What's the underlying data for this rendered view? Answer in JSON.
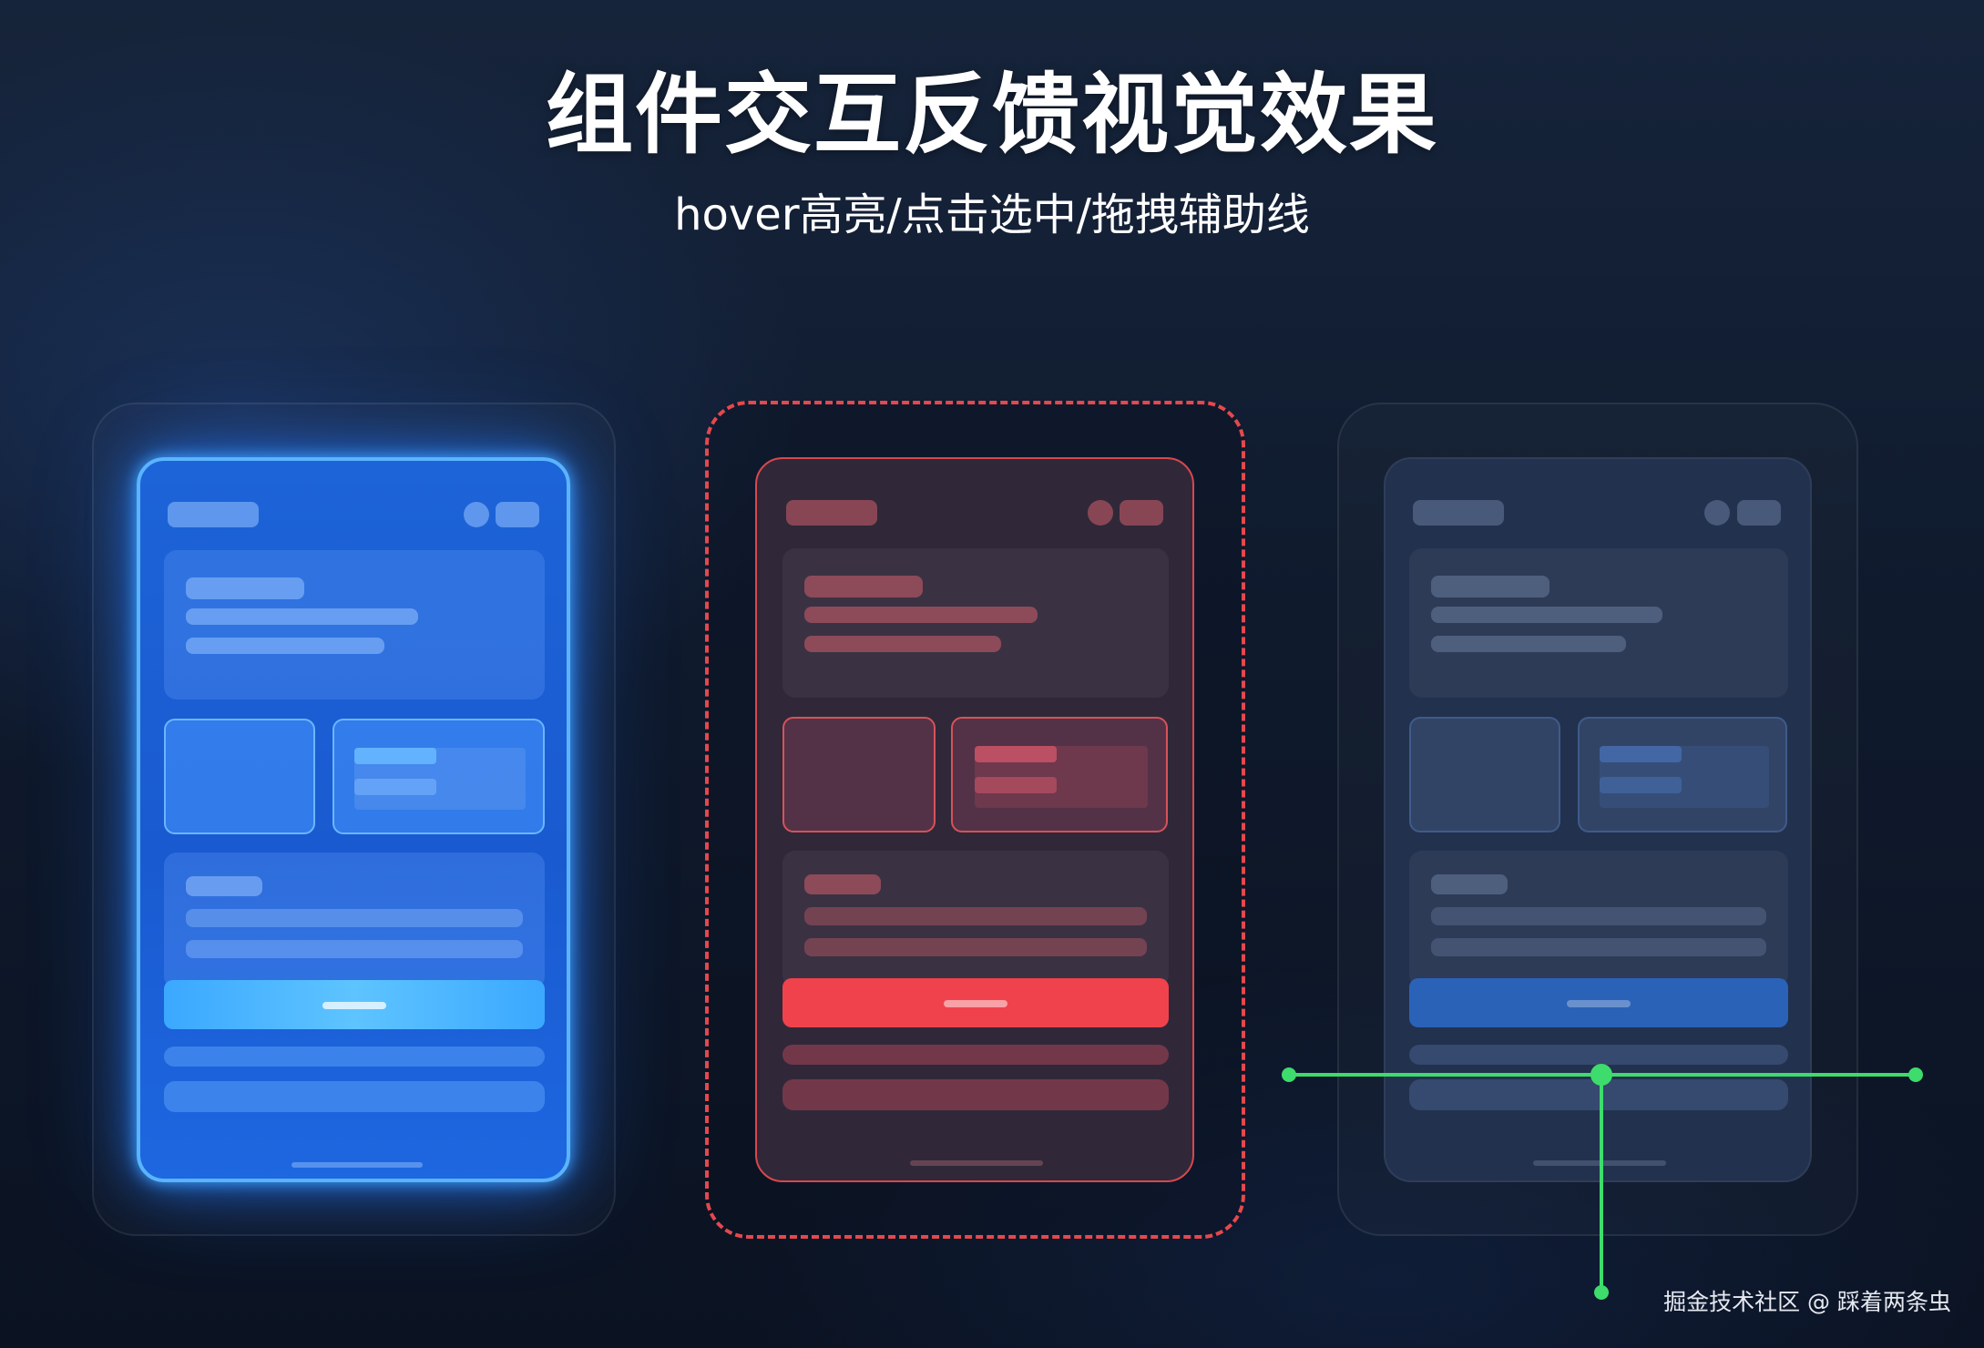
{
  "page": {
    "title": "组件交互反馈视觉效果",
    "subtitle": "hover高亮/点击选中/拖拽辅助线",
    "watermark": "掘金技术社区 @ 踩着两条虫"
  },
  "colors": {
    "background": "#0e1626",
    "hover_accent": "#3ba8ff",
    "hover_glow": "#5ab4ff",
    "select_accent": "#f0424c",
    "select_dashed_border": "#e5484d",
    "drag_cta": "#2a62b8",
    "guide_line": "#3ddc6c"
  },
  "panels": [
    {
      "state": "hover"
    },
    {
      "state": "selected"
    },
    {
      "state": "drag"
    }
  ]
}
